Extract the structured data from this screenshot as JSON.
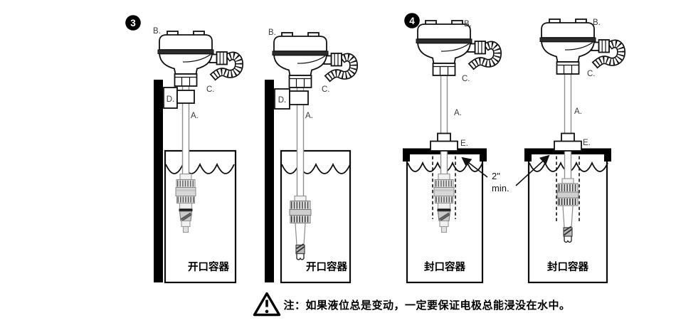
{
  "steps": [
    {
      "badge": "3"
    },
    {
      "badge": "4"
    }
  ],
  "panels": [
    {
      "container_label": "开口容器",
      "part_labels": {
        "a": "A.",
        "b": "B.",
        "c": "C.",
        "d": "D."
      }
    },
    {
      "container_label": "开口容器",
      "part_labels": {
        "a": "A.",
        "b": "B.",
        "c": "C.",
        "d": "D."
      }
    },
    {
      "container_label": "封口容器",
      "part_labels": {
        "a": "A.",
        "b": "B.",
        "c": "C.",
        "e": "E."
      }
    },
    {
      "container_label": "封口容器",
      "part_labels": {
        "a": "A.",
        "b": "B.",
        "c": "C.",
        "e": "E."
      }
    }
  ],
  "annotation": {
    "min_depth_value": "2\"",
    "min_depth_unit": "min."
  },
  "note": {
    "icon": "warning-triangle-icon",
    "text": "注：如果液位总是变动，一定要保证电极总能浸没在水中。"
  }
}
